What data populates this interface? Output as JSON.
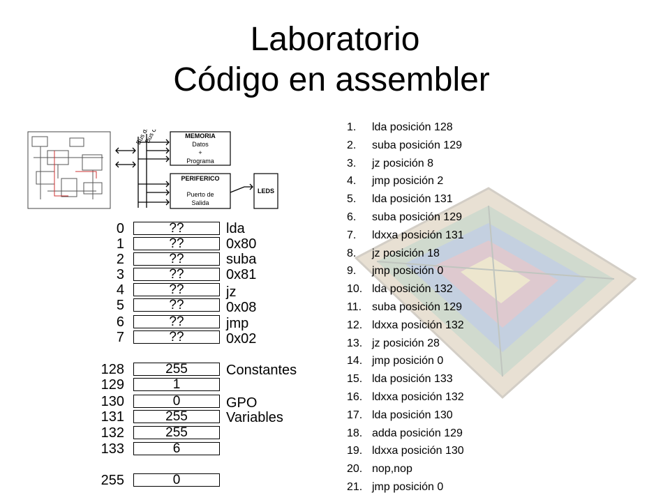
{
  "title": {
    "line1": "Laboratorio",
    "line2": "Código en assembler"
  },
  "diagram": {
    "bus_datos": "Bus de Datos",
    "bus_direcciones": "Bus de Direcciones",
    "memoria": {
      "title": "MEMORIA",
      "l1": "Datos",
      "l2": "+",
      "l3": "Programa"
    },
    "periferico": {
      "title": "PERIFERICO",
      "l1": "Puerto de",
      "l2": "Salida"
    },
    "leds": "LEDS"
  },
  "memory_map": [
    {
      "addr": "0",
      "value": "??"
    },
    {
      "addr": "1",
      "value": "??"
    },
    {
      "addr": "2",
      "value": "??"
    },
    {
      "addr": "3",
      "value": "??"
    },
    {
      "addr": "4",
      "value": "??"
    },
    {
      "addr": "5",
      "value": "??"
    },
    {
      "addr": "6",
      "value": "??"
    },
    {
      "addr": "7",
      "value": "??"
    },
    {
      "addr": "128",
      "value": "255"
    },
    {
      "addr": "129",
      "value": "1"
    },
    {
      "addr": "130",
      "value": "0"
    },
    {
      "addr": "131",
      "value": "255"
    },
    {
      "addr": "132",
      "value": "255"
    },
    {
      "addr": "133",
      "value": "6"
    },
    {
      "addr": "255",
      "value": "0"
    }
  ],
  "annotations": {
    "a0": "lda 0x80",
    "a2": "suba 0x81",
    "a4": "jz 0x08",
    "a6": "jmp 0x02",
    "constantes": "Constantes",
    "gpo": "GPO",
    "variables": "Variables"
  },
  "instructions": [
    {
      "n": "1.",
      "text": "lda posición 128"
    },
    {
      "n": "2.",
      "text": "suba posición 129"
    },
    {
      "n": "3.",
      "text": "jz posición 8"
    },
    {
      "n": "4.",
      "text": "jmp posición 2"
    },
    {
      "n": "5.",
      "text": "lda posición 131"
    },
    {
      "n": "6.",
      "text": "suba posición 129"
    },
    {
      "n": "7.",
      "text": "ldxxa posición 131"
    },
    {
      "n": "8.",
      "text": "jz posición 18"
    },
    {
      "n": "9.",
      "text": "jmp posición 0"
    },
    {
      "n": "10.",
      "text": "lda posición 132"
    },
    {
      "n": "11.",
      "text": "suba posición 129"
    },
    {
      "n": "12.",
      "text": "ldxxa posición 132"
    },
    {
      "n": "13.",
      "text": "jz posición 28"
    },
    {
      "n": "14.",
      "text": "jmp posición 0"
    },
    {
      "n": "15.",
      "text": "lda posición 133"
    },
    {
      "n": "16.",
      "text": "ldxxa posición 132"
    },
    {
      "n": "17.",
      "text": "lda posición 130"
    },
    {
      "n": "18.",
      "text": "adda posición 129"
    },
    {
      "n": "19.",
      "text": "ldxxa posición 130"
    },
    {
      "n": "20.",
      "text": "nop,nop"
    },
    {
      "n": "21.",
      "text": "jmp posición 0"
    }
  ]
}
